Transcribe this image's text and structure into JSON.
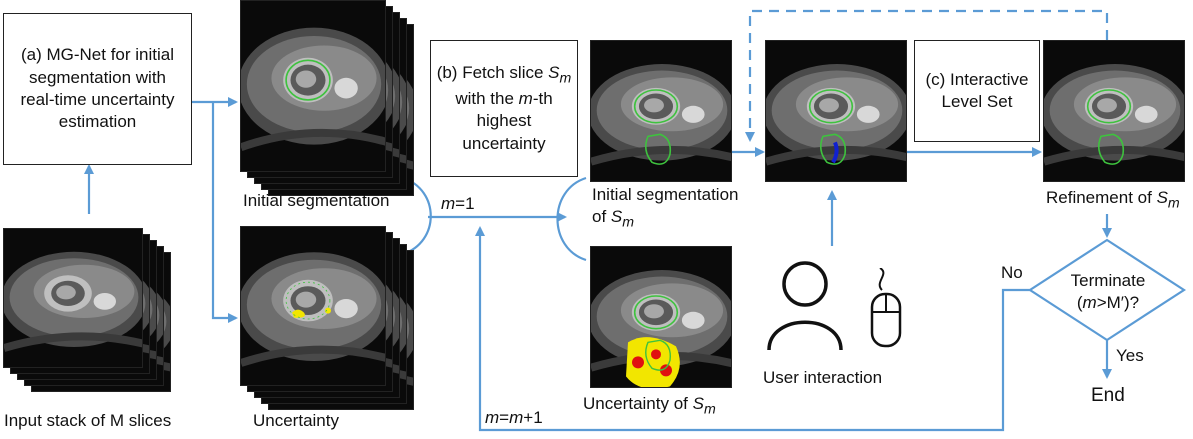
{
  "boxes": {
    "mgnet": "(a) MG-Net for initial segmentation with real-time uncertainty estimation",
    "fetch": {
      "pre": "(b) Fetch slice ",
      "var": "S",
      "sub": "m",
      "mid": " with the ",
      "m": "m",
      "post": "-th highest uncertainty"
    },
    "levelset": "(c) Interactive Level Set",
    "terminate_line1": "Terminate",
    "terminate_line2": {
      "open": "(",
      "m": "m",
      "rest": ">M′)?"
    }
  },
  "labels": {
    "input_stack": "Input stack of M slices",
    "initial_segmentation": "Initial segmentation",
    "uncertainty": "Uncertainty",
    "init_seg_sm": {
      "text": "Initial segmentation",
      "of": "of ",
      "var": "S",
      "sub": "m"
    },
    "uncertainty_sm": {
      "text": "Uncertainty of ",
      "var": "S",
      "sub": "m"
    },
    "refinement": {
      "text": "Refinement of ",
      "var": "S",
      "sub": "m"
    },
    "user_interaction": "User interaction",
    "m_eq_1": {
      "var": "m",
      "rest": "=1"
    },
    "m_inc": {
      "a": "m",
      "eq": "=",
      "b": "m",
      "rest": "+1"
    },
    "no": "No",
    "yes": "Yes",
    "end": "End"
  },
  "colors": {
    "arrow": "#5b9bd5",
    "box_border": "#222222",
    "contour": "#3ec23e",
    "uncertain_yellow": "#f2e600",
    "uncertain_red": "#e01010",
    "user_blue": "#1020d0"
  },
  "icons": [
    "person-icon",
    "mouse-icon"
  ]
}
